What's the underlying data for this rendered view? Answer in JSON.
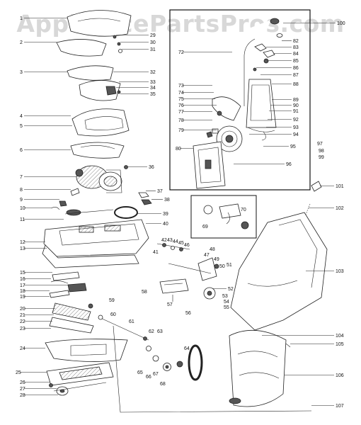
{
  "watermark": "AppliancePartsPros.com",
  "callouts": {
    "c1": "1",
    "c2": "2",
    "c3": "3",
    "c4": "4",
    "c5": "5",
    "c6": "6",
    "c7": "7",
    "c8": "8",
    "c9": "9",
    "c10": "10",
    "c11": "11",
    "c12": "12",
    "c13": "13",
    "c15": "15",
    "c16": "16",
    "c17": "17",
    "c18": "18",
    "c19": "19",
    "c20": "20",
    "c21": "21",
    "c22": "22",
    "c23": "23",
    "c24": "24",
    "c25": "25",
    "c26": "26",
    "c27": "27",
    "c28": "28",
    "c29": "29",
    "c30": "30",
    "c31": "31",
    "c32": "32",
    "c33": "33",
    "c34": "34",
    "c35": "35",
    "c36": "36",
    "c37": "37",
    "c38": "38",
    "c39": "39",
    "c40": "40",
    "c41": "41",
    "c42": "42",
    "c43": "43",
    "c44": "44",
    "c45": "45",
    "c46": "46",
    "c47": "47",
    "c48": "48",
    "c49": "49",
    "c50": "50",
    "c51": "51",
    "c52": "52",
    "c53": "53",
    "c54": "54",
    "c55": "55",
    "c56": "56",
    "c57": "57",
    "c58": "58",
    "c59": "59",
    "c60": "60",
    "c61": "61",
    "c62": "62",
    "c63": "63",
    "c64": "64",
    "c65": "65",
    "c66": "66",
    "c67": "67",
    "c68": "68",
    "c69": "69",
    "c70": "70",
    "c72": "72",
    "c73": "73",
    "c74": "74",
    "c75": "75",
    "c76": "76",
    "c77": "77",
    "c78": "78",
    "c79": "79",
    "c80": "80",
    "c82": "82",
    "c83": "83",
    "c84": "84",
    "c85": "85",
    "c86": "86",
    "c87": "87",
    "c88": "88",
    "c89": "89",
    "c90": "90",
    "c91": "91",
    "c92": "92",
    "c93": "93",
    "c94": "94",
    "c95": "95",
    "c96": "96",
    "c97": "97",
    "c98": "98",
    "c99": "99",
    "c100": "100",
    "c101": "101",
    "c102": "102",
    "c103": "103",
    "c104": "104",
    "c105": "105",
    "c106": "106",
    "c107": "107"
  }
}
